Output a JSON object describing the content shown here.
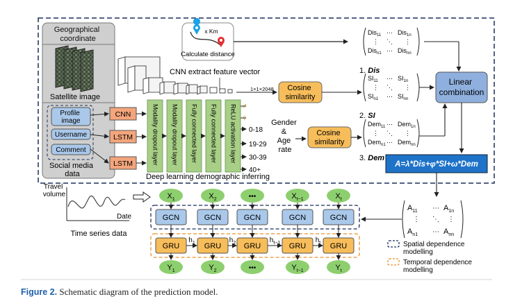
{
  "top": {
    "geo_label": [
      "Geographical",
      "coordinate"
    ],
    "map_text": "x Km",
    "calc_distance": "Calculate distance",
    "satellite_label": "Satellite image",
    "cnn_extract": "CNN extract feature vector",
    "vec_dim": "1×1×2048",
    "profile_image": [
      "Profile",
      "image"
    ],
    "username": "Username",
    "comment": "Comment",
    "social_media": [
      "Social media",
      "data"
    ],
    "cnn": "CNN",
    "lstm": "LSTM",
    "layer_labels": [
      "Modality dropout layer",
      "Modality dropout layer",
      "Fully connected layer",
      "Fully connected layer",
      "ReLU activation layer"
    ],
    "age_ranges": [
      "0-18",
      "19-29",
      "30-39",
      "40+"
    ],
    "gender_age": [
      "Gender",
      "&",
      "Age",
      "rate"
    ],
    "cosine": [
      "Cosine",
      "similarity"
    ],
    "deep_learning": "Deep learning demographic inferring",
    "dis_label_num": "1.",
    "dis_label": "Dis",
    "si_label_num": "2.",
    "si_label": "SI",
    "dem_label_num": "3.",
    "dem_label": "Dem",
    "linear": [
      "Linear",
      "combination"
    ],
    "formula": "A=λ*Dis+φ*SI+ω*Dem",
    "dis_matrix": [
      "Dis",
      "Dis",
      "Dis",
      "Dis"
    ],
    "si_matrix": [
      "SI",
      "SI",
      "SI",
      "SI"
    ],
    "dem_matrix": [
      "Dem",
      "Dem",
      "Dem",
      "Dem"
    ],
    "matrix_subs": [
      "11",
      "1n",
      "n1",
      "nn"
    ]
  },
  "bottom": {
    "travel_volume": [
      "Travel",
      "volume"
    ],
    "date": "Date",
    "time_series": "Time series data",
    "x_nodes": [
      "X",
      "X",
      "•••",
      "X",
      "X"
    ],
    "x_subs": [
      "1",
      "2",
      "",
      "t−1",
      "t"
    ],
    "gcn": "GCN",
    "gru": "GRU",
    "h_labels": [
      "h",
      "h",
      "h",
      "h"
    ],
    "h_subs": [
      "1",
      "2",
      "t−1",
      "t"
    ],
    "y_nodes": [
      "Y",
      "Y",
      "•••",
      "Y",
      "Y"
    ],
    "y_subs": [
      "1",
      "2",
      "",
      "t−1",
      "t"
    ],
    "a_matrix": [
      "A",
      "A",
      "A",
      "A"
    ],
    "a_subs": [
      "11",
      "1n",
      "n1",
      "nn"
    ],
    "legend_spatial": [
      "Spatial dependence",
      "modelling"
    ],
    "legend_temporal": [
      "Temporal dependence",
      "modelling"
    ]
  },
  "caption": {
    "label": "Figure 2.",
    "text": " Schematic diagram of the prediction model."
  },
  "colors": {
    "gcn_fill": "#a9c8ea",
    "gru_fill": "#f7bd5a",
    "node_fill": "#8dcf6e",
    "layer_fill": "#a7cf86",
    "cnn_fill": "#f4a57c",
    "formula_fill": "#1e73c9",
    "linear_fill": "#8fb0de",
    "cosine_fill": "#f7bd5a"
  }
}
